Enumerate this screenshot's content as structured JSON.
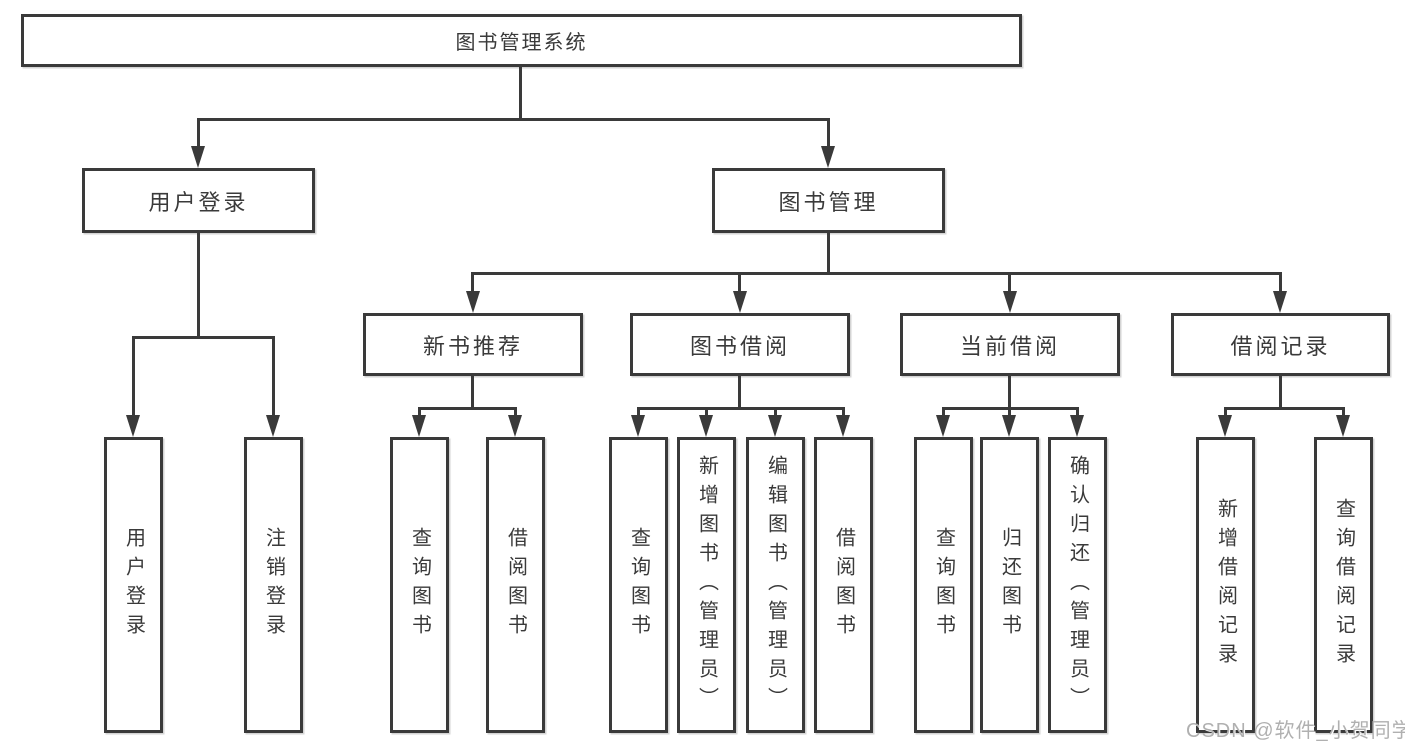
{
  "diagram": {
    "root": {
      "label": "图书管理系统"
    },
    "level2": [
      {
        "label": "用户登录"
      },
      {
        "label": "图书管理"
      }
    ],
    "level3": [
      {
        "label": "新书推荐"
      },
      {
        "label": "图书借阅"
      },
      {
        "label": "当前借阅"
      },
      {
        "label": "借阅记录"
      }
    ],
    "leaves": [
      {
        "parent": "用户登录",
        "label": "用户登录"
      },
      {
        "parent": "用户登录",
        "label": "注销登录"
      },
      {
        "parent": "新书推荐",
        "label": "查询图书"
      },
      {
        "parent": "新书推荐",
        "label": "借阅图书"
      },
      {
        "parent": "图书借阅",
        "label": "查询图书"
      },
      {
        "parent": "图书借阅",
        "label": "新增图书（管理员）"
      },
      {
        "parent": "图书借阅",
        "label": "编辑图书（管理员）"
      },
      {
        "parent": "图书借阅",
        "label": "借阅图书"
      },
      {
        "parent": "当前借阅",
        "label": "查询图书"
      },
      {
        "parent": "当前借阅",
        "label": "归还图书"
      },
      {
        "parent": "当前借阅",
        "label": "确认归还（管理员）"
      },
      {
        "parent": "借阅记录",
        "label": "新增借阅记录"
      },
      {
        "parent": "借阅记录",
        "label": "查询借阅记录"
      }
    ],
    "colors": {
      "line": "#3a3a3a",
      "text": "#3a3a3a",
      "background": "#ffffff",
      "watermark": "#b0b0b0"
    },
    "watermark": "CSDN @软件_小贺同学"
  }
}
